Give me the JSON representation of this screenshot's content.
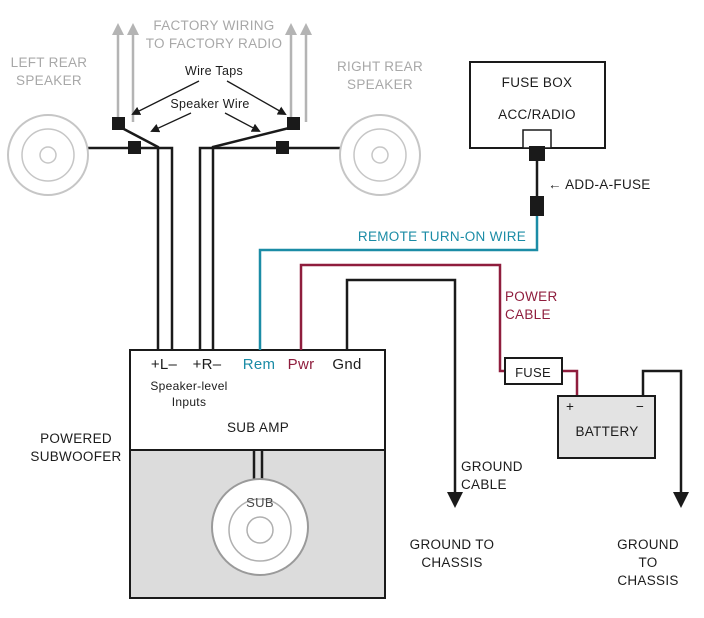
{
  "colors": {
    "remote_wire_teal": "#1b8ca6",
    "power_cable_red": "#8f1d3d",
    "factory_gray": "#b4b4b4",
    "wire_black": "#1a1a1a"
  },
  "speakers": {
    "left_label": "LEFT REAR\nSPEAKER",
    "right_label": "RIGHT REAR\nSPEAKER"
  },
  "factory": {
    "label": "FACTORY WIRING\nTO FACTORY RADIO",
    "wire_taps_label": "Wire Taps",
    "speaker_wire_label": "Speaker Wire"
  },
  "fuse_box": {
    "title": "FUSE BOX",
    "slot": "ACC/RADIO",
    "add_a_fuse_label": "← ADD-A-FUSE"
  },
  "wires": {
    "remote_label": "REMOTE TURN-ON WIRE",
    "power_label": "POWER\nCABLE",
    "ground_label": "GROUND\nCABLE"
  },
  "amp": {
    "terminals": [
      {
        "label": "+L–"
      },
      {
        "label": "+R–"
      },
      {
        "label": "Rem"
      },
      {
        "label": "Pwr"
      },
      {
        "label": "Gnd"
      }
    ],
    "speaker_level_label": "Speaker-level\nInputs",
    "name": "SUB AMP",
    "powered_subwoofer_label": "POWERED\nSUBWOOFER",
    "sub_label": "SUB"
  },
  "power": {
    "fuse_label": "FUSE",
    "battery_label": "BATTERY",
    "plus": "+",
    "minus": "−"
  },
  "grounds": {
    "left": "GROUND TO\nCHASSIS",
    "right": "GROUND TO\nCHASSIS"
  }
}
